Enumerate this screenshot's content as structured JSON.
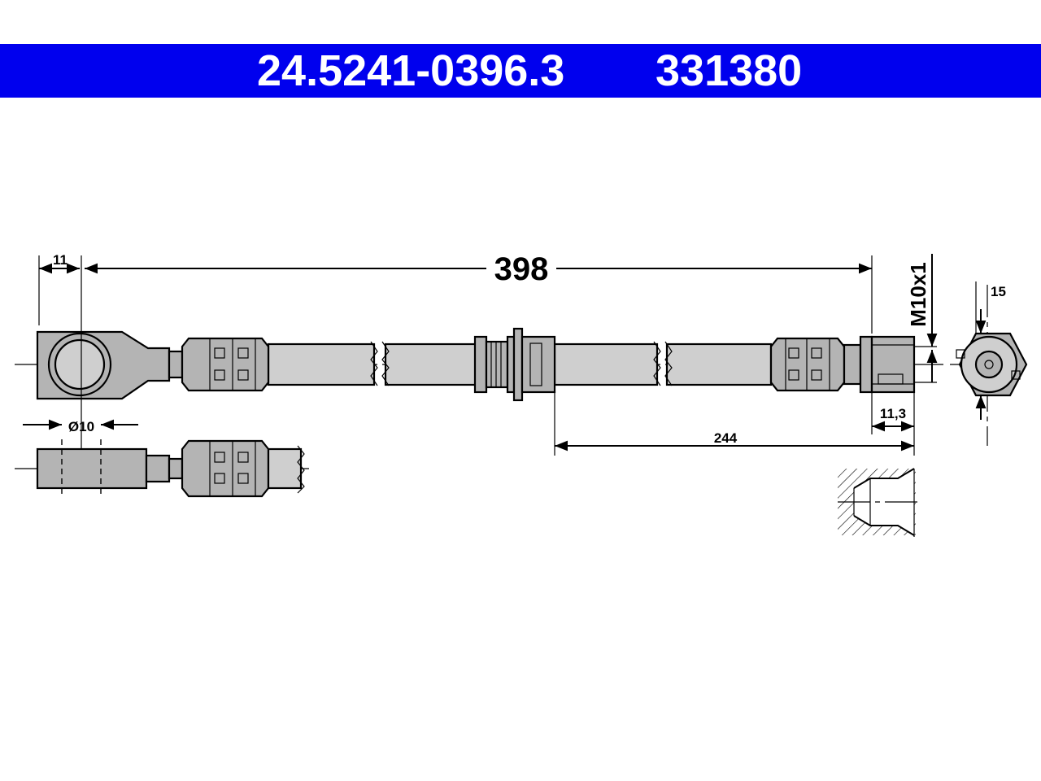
{
  "header": {
    "ate_number": "24.5241-0396.3",
    "oe_number": "331380",
    "background_color": "#0000ee",
    "text_color": "#ffffff"
  },
  "dimensions": {
    "total_length": "398",
    "eye_offset": "11",
    "eye_bore": "Ø10",
    "thread": "M10x1",
    "hex_across_flats": "15",
    "fitting_length": "11,3",
    "bracket_position": "244"
  },
  "colors": {
    "hose_fill": "#cfcfcf",
    "fitting_fill": "#b4b4b4",
    "line": "#000000"
  }
}
